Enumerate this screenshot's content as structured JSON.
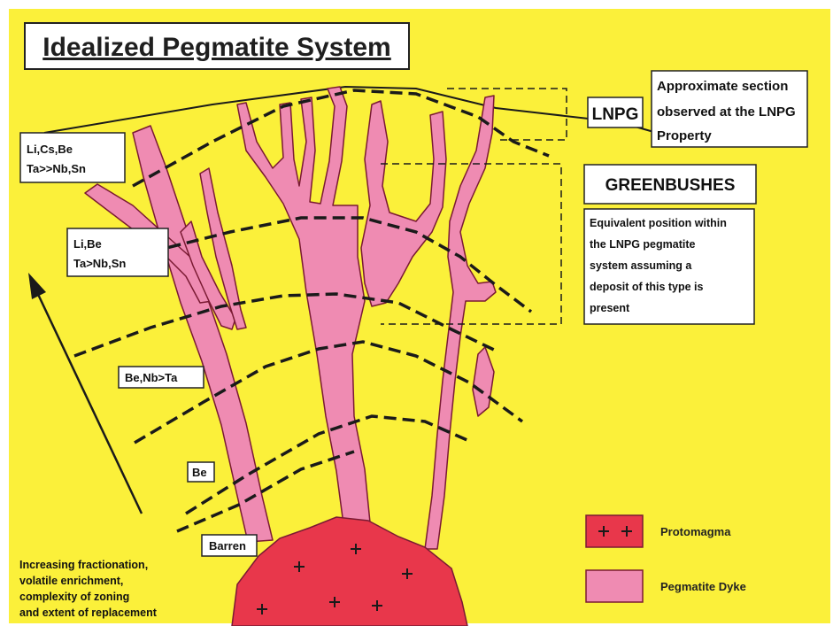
{
  "title": "Idealized Pegmatite System",
  "colors": {
    "background": "#fbf03a",
    "dyke": "#ef8bb2",
    "protomagma": "#e8374b",
    "outline": "#7a1a33"
  },
  "zones": [
    {
      "line1": "Li,Cs,Be",
      "line2": "Ta>>Nb,Sn"
    },
    {
      "line1": "Li,Be",
      "line2": "Ta>Nb,Sn"
    },
    {
      "line1": "Be,Nb>Ta",
      "line2": ""
    },
    {
      "line1": "Be",
      "line2": ""
    },
    {
      "line1": "Barren",
      "line2": ""
    }
  ],
  "lnpg": {
    "label": "LNPG",
    "note": [
      "Approximate section",
      "observed at the LNPG",
      "Property"
    ]
  },
  "greenbushes": {
    "label": "GREENBUSHES",
    "note": [
      "Equivalent position within",
      "the LNPG pegmatite",
      "system assuming a",
      "deposit of this type is",
      "present"
    ]
  },
  "arrow_caption": [
    "Increasing fractionation,",
    "volatile enrichment,",
    "complexity of zoning",
    "and extent of replacement"
  ],
  "legend": [
    {
      "label": "Protomagma",
      "icon": "plus-pattern-swatch"
    },
    {
      "label": "Pegmatite Dyke",
      "icon": "pink-swatch"
    }
  ]
}
